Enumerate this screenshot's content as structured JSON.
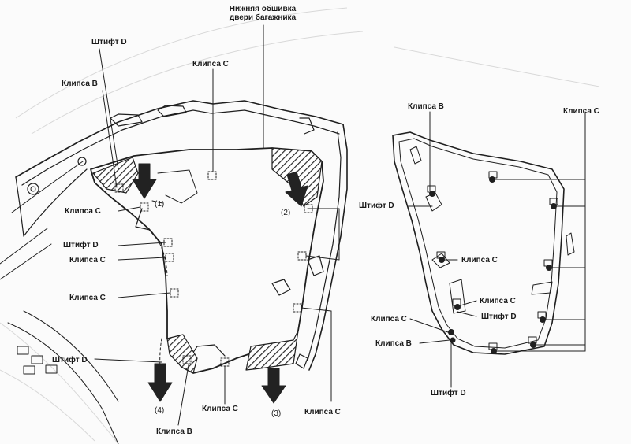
{
  "labels": {
    "lower_trim_line1": "Нижняя обшивка",
    "lower_trim_line2": "двери багажника",
    "pin_d": "Штифт D",
    "clip_b": "Клипса B",
    "clip_c": "Клипса C",
    "clip_c_latin": "Клипса С"
  },
  "steps": {
    "s1": "(1)",
    "s2": "(2)",
    "s3": "(3)",
    "s4": "(4)"
  },
  "colors": {
    "line": "#1f1f1f",
    "bg": "#fbfbfb",
    "arrow": "#222222",
    "hatch": "#2a2a2a"
  }
}
